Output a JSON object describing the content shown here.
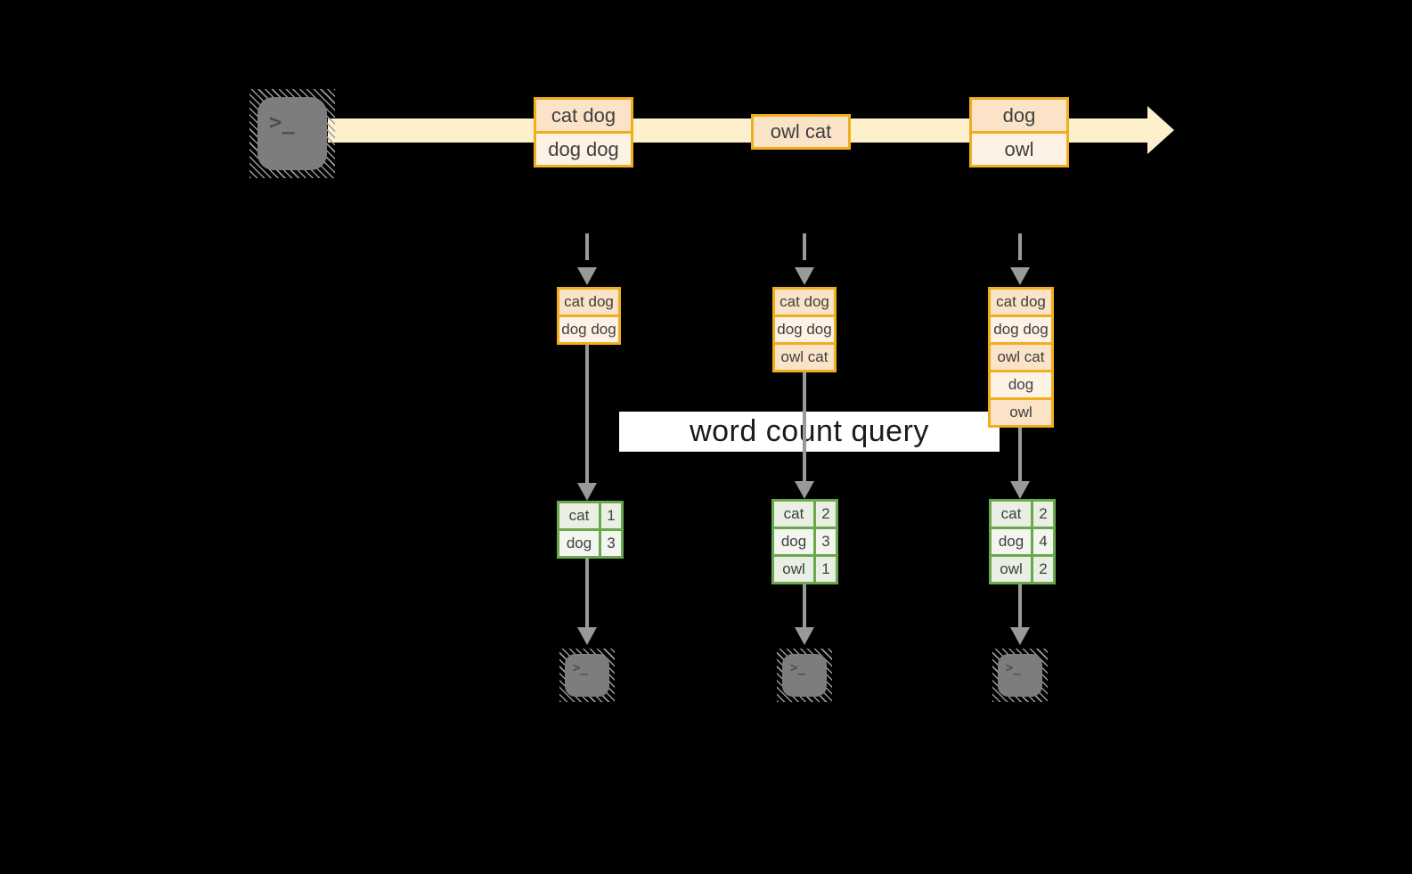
{
  "diagram": {
    "query_label": "word count query",
    "terminal_glyph": ">_",
    "stream": {
      "batches": [
        {
          "lines": [
            "cat dog",
            "dog dog"
          ]
        },
        {
          "lines": [
            "owl cat"
          ]
        },
        {
          "lines": [
            "dog",
            "owl"
          ]
        }
      ]
    },
    "columns": [
      {
        "stack": [
          "cat dog",
          "dog dog"
        ],
        "table": [
          [
            "cat",
            "1"
          ],
          [
            "dog",
            "3"
          ]
        ]
      },
      {
        "stack": [
          "cat dog",
          "dog dog",
          "owl cat"
        ],
        "table": [
          [
            "cat",
            "2"
          ],
          [
            "dog",
            "3"
          ],
          [
            "owl",
            "1"
          ]
        ]
      },
      {
        "stack": [
          "cat dog",
          "dog dog",
          "owl cat",
          "dog",
          "owl"
        ],
        "table": [
          [
            "cat",
            "2"
          ],
          [
            "dog",
            "4"
          ],
          [
            "owl",
            "2"
          ]
        ]
      }
    ],
    "colors": {
      "stream_band": "#fdf0cd",
      "box_border": "#f0ad1e",
      "box_fill_dark": "#fae3c6",
      "box_fill_light": "#fdf2e4",
      "table_border": "#6aa84f",
      "table_fill_green": "#e9efe2",
      "table_fill_white": "#f3f6ee",
      "arrow_gray": "#999999",
      "terminal_gray": "#7d7d7d",
      "query_band_bg": "#ffffff"
    }
  }
}
